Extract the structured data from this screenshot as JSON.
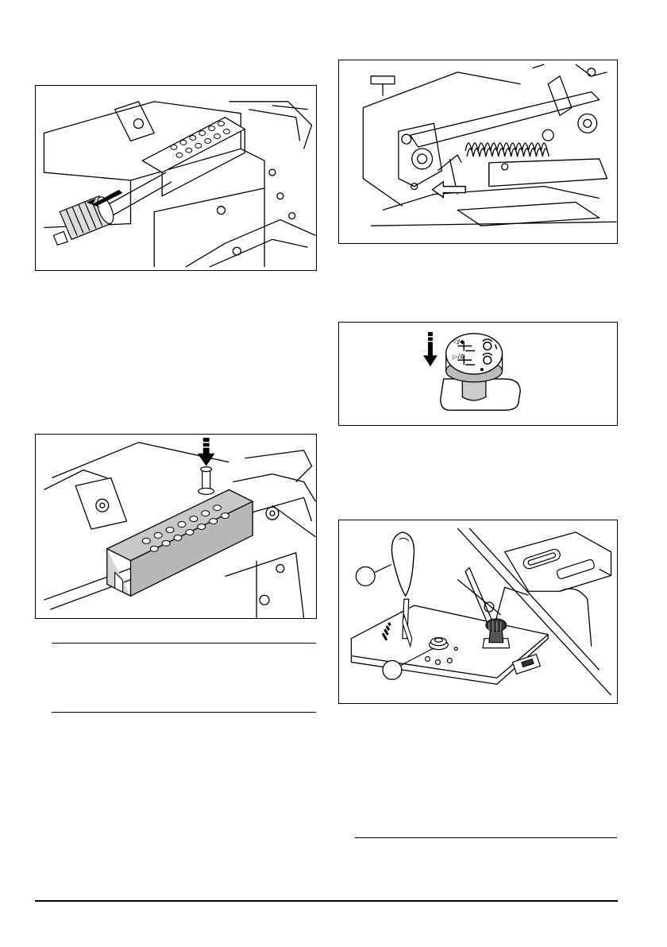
{
  "page": {
    "language": "",
    "footer_text": ""
  },
  "figures": [
    {
      "id": "fig-1",
      "caption": ""
    },
    {
      "id": "fig-2",
      "caption": ""
    },
    {
      "id": "fig-3",
      "caption": ""
    },
    {
      "id": "fig-4",
      "caption": ""
    },
    {
      "id": "fig-5",
      "caption": ""
    }
  ],
  "illustration_marks": {
    "release_knob": {
      "upper": "◁/◆",
      "lower": "▷/⚙"
    },
    "shift_panel": {
      "gear_marks": "◀ ▮▮▮▮ ▶"
    }
  },
  "callouts": [
    "",
    ""
  ],
  "note_box": {
    "text": ""
  },
  "bottom_right_rule_note": {
    "text": ""
  }
}
